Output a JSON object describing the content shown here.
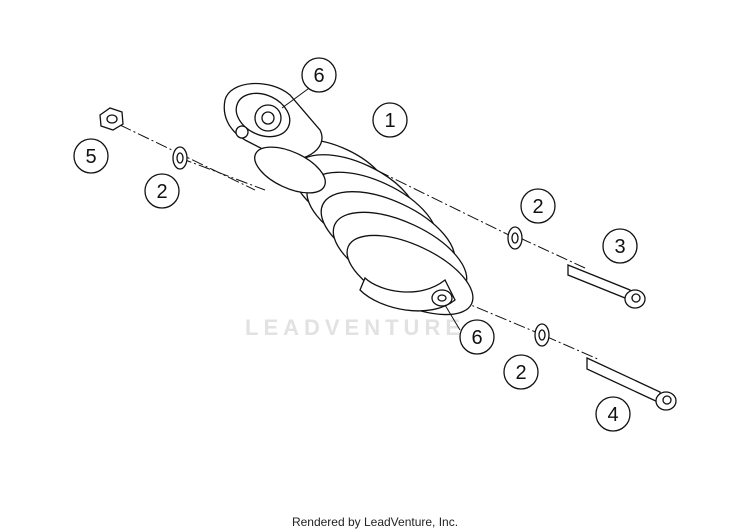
{
  "diagram": {
    "watermark": "LEADVENTURE",
    "footer": "Rendered by LeadVenture, Inc.",
    "callouts": [
      "1",
      "2",
      "2",
      "2",
      "3",
      "4",
      "5",
      "6",
      "6"
    ],
    "colors": {
      "line": "#111111",
      "watermark": "#e2e2e2"
    }
  }
}
